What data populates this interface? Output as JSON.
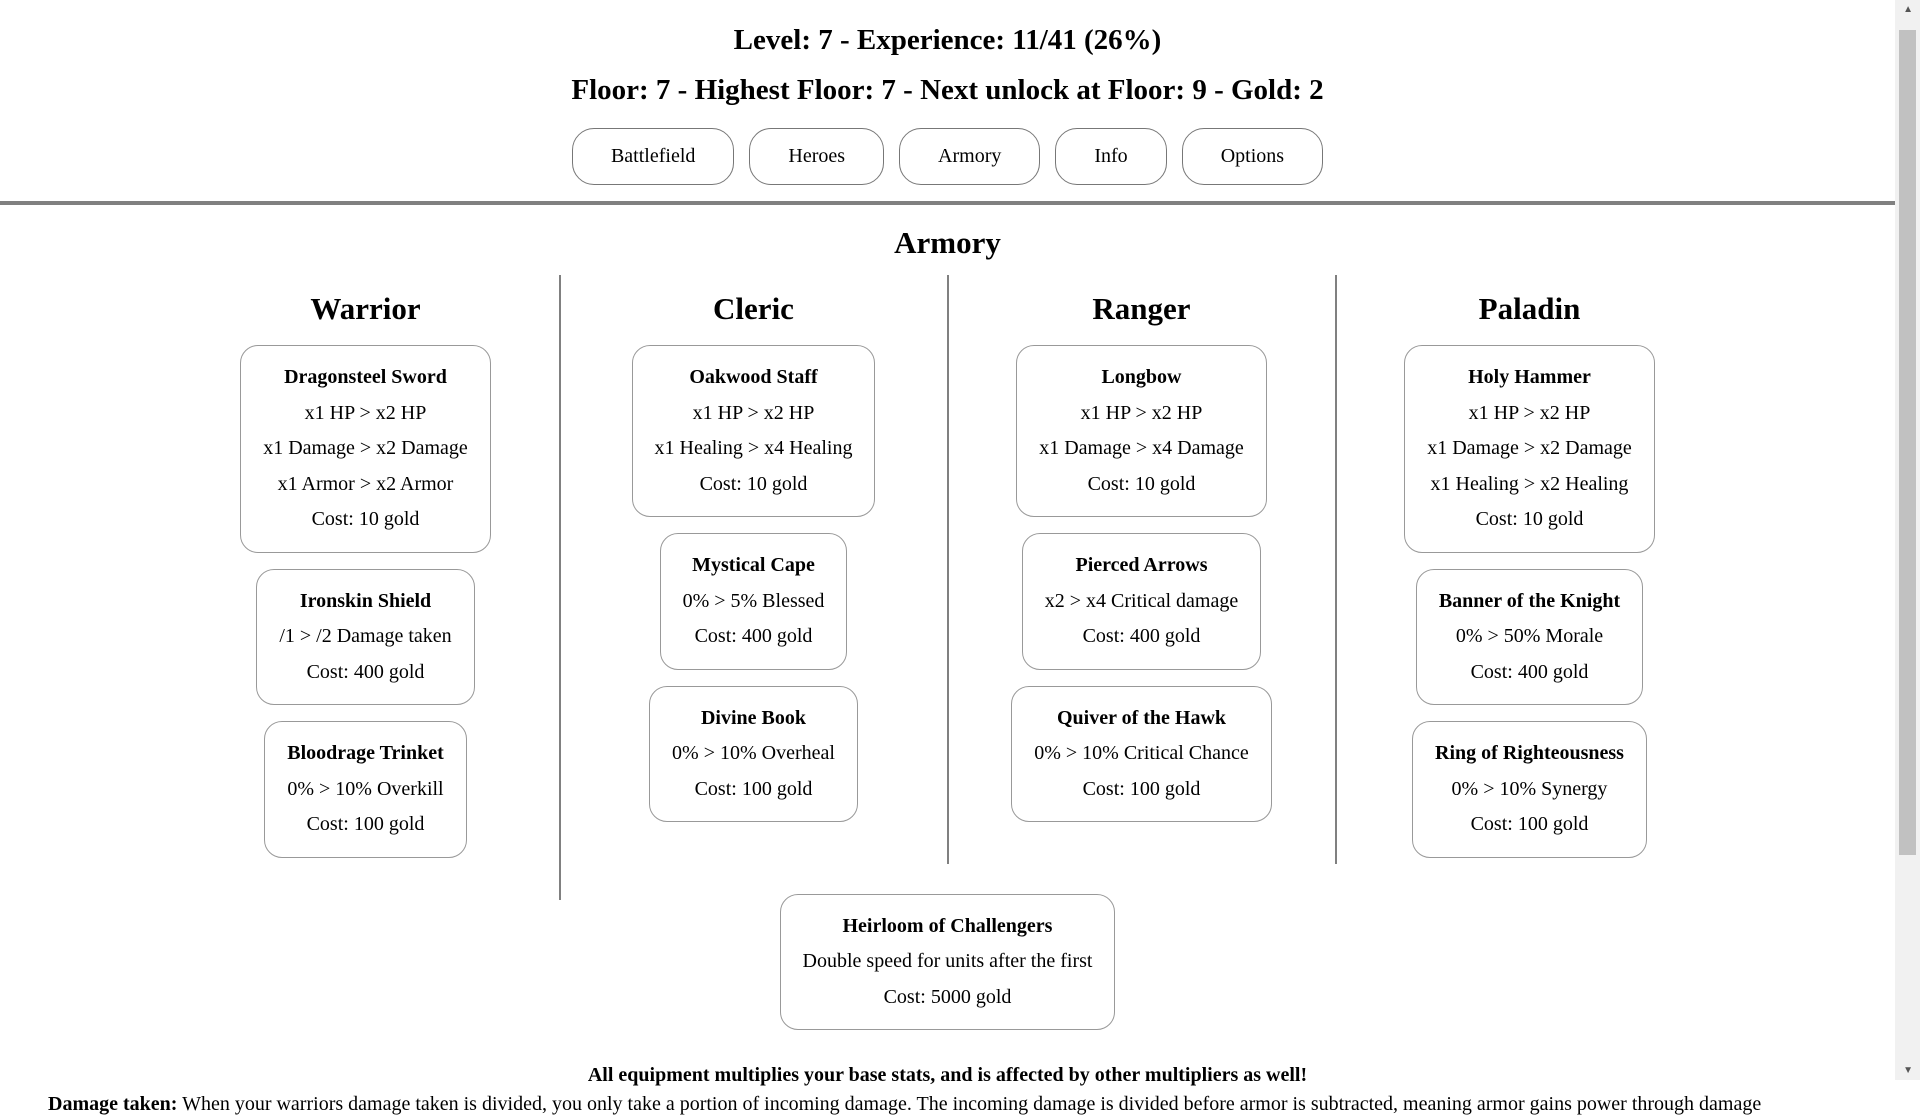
{
  "header": {
    "level_line": "Level: 7 - Experience: 11/41 (26%)",
    "floor_line": "Floor: 7 - Highest Floor: 7 - Next unlock at Floor: 9 - Gold: 2"
  },
  "nav": [
    "Battlefield",
    "Heroes",
    "Armory",
    "Info",
    "Options"
  ],
  "title": "Armory",
  "columns": [
    {
      "name": "Warrior",
      "items": [
        {
          "name": "Dragonsteel Sword",
          "lines": [
            "x1 HP > x2 HP",
            "x1 Damage > x2 Damage",
            "x1 Armor > x2 Armor",
            "Cost: 10 gold"
          ]
        },
        {
          "name": "Ironskin Shield",
          "lines": [
            "/1 > /2 Damage taken",
            "Cost: 400 gold"
          ]
        },
        {
          "name": "Bloodrage Trinket",
          "lines": [
            "0% > 10% Overkill",
            "Cost: 100 gold"
          ]
        }
      ]
    },
    {
      "name": "Cleric",
      "items": [
        {
          "name": "Oakwood Staff",
          "lines": [
            "x1 HP > x2 HP",
            "x1 Healing > x4 Healing",
            "Cost: 10 gold"
          ]
        },
        {
          "name": "Mystical Cape",
          "lines": [
            "0% > 5% Blessed",
            "Cost: 400 gold"
          ]
        },
        {
          "name": "Divine Book",
          "lines": [
            "0% > 10% Overheal",
            "Cost: 100 gold"
          ]
        }
      ]
    },
    {
      "name": "Ranger",
      "items": [
        {
          "name": "Longbow",
          "lines": [
            "x1 HP > x2 HP",
            "x1 Damage > x4 Damage",
            "Cost: 10 gold"
          ]
        },
        {
          "name": "Pierced Arrows",
          "lines": [
            "x2 > x4 Critical damage",
            "Cost: 400 gold"
          ]
        },
        {
          "name": "Quiver of the Hawk",
          "lines": [
            "0% > 10% Critical Chance",
            "Cost: 100 gold"
          ]
        }
      ]
    },
    {
      "name": "Paladin",
      "items": [
        {
          "name": "Holy Hammer",
          "lines": [
            "x1 HP > x2 HP",
            "x1 Damage > x2 Damage",
            "x1 Healing > x2 Healing",
            "Cost: 10 gold"
          ]
        },
        {
          "name": "Banner of the Knight",
          "lines": [
            "0% > 50% Morale",
            "Cost: 400 gold"
          ]
        },
        {
          "name": "Ring of Righteousness",
          "lines": [
            "0% > 10% Synergy",
            "Cost: 100 gold"
          ]
        }
      ]
    }
  ],
  "heirloom": {
    "name": "Heirloom of Challengers",
    "lines": [
      "Double speed for units after the first",
      "Cost: 5000 gold"
    ]
  },
  "note": "All equipment multiplies your base stats, and is affected by other multipliers as well!",
  "explanation": {
    "term": "Damage taken:",
    "text": " When your warriors damage taken is divided, you only take a portion of incoming damage. The incoming damage is divided before armor is subtracted, meaning armor gains power through damage"
  }
}
